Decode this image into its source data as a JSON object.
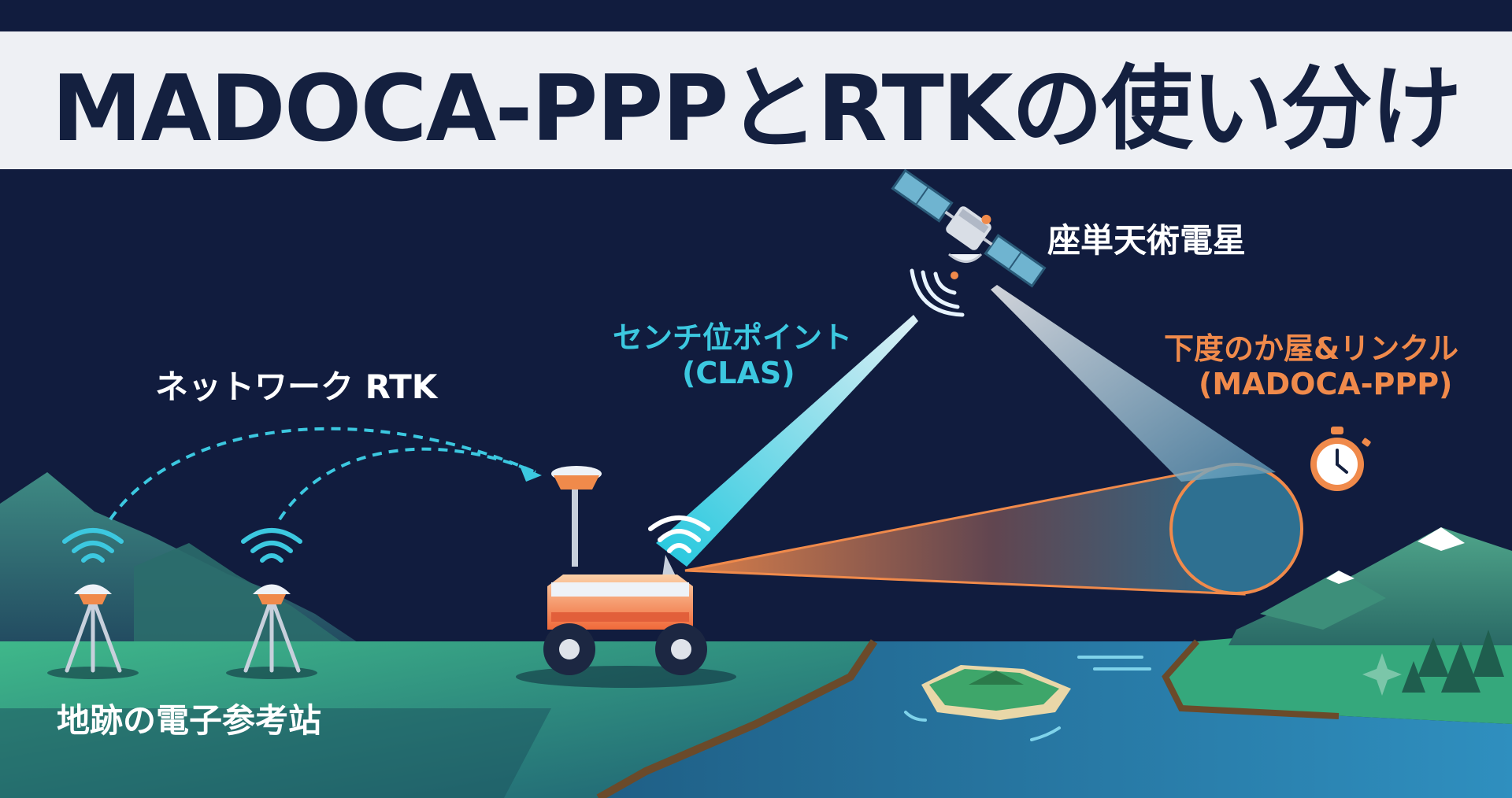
{
  "title": "MADOCA-PPPとRTKの使い分け",
  "labels": {
    "satellite": "座単天術電星",
    "clas_line1": "センチ位ポイント",
    "clas_line2": "(CLAS)",
    "network_rtk": "ネットワーク RTK",
    "madoca_line1": "下度のか屋&リンクル",
    "madoca_line2": "(MADOCA-PPP)",
    "reference_stations": "地跡の電子参考站"
  },
  "colors": {
    "background": "#111c3e",
    "title_band": "#eef0f4",
    "title_text": "#14203f",
    "clas_accent": "#3cc8e0",
    "madoca_accent": "#f08a4b",
    "ground": "#3fb88a",
    "water": "#2f8fbf"
  },
  "icons": [
    "satellite-icon",
    "stopwatch-icon",
    "reference-station-icon",
    "rover-icon",
    "signal-waves-icon"
  ]
}
